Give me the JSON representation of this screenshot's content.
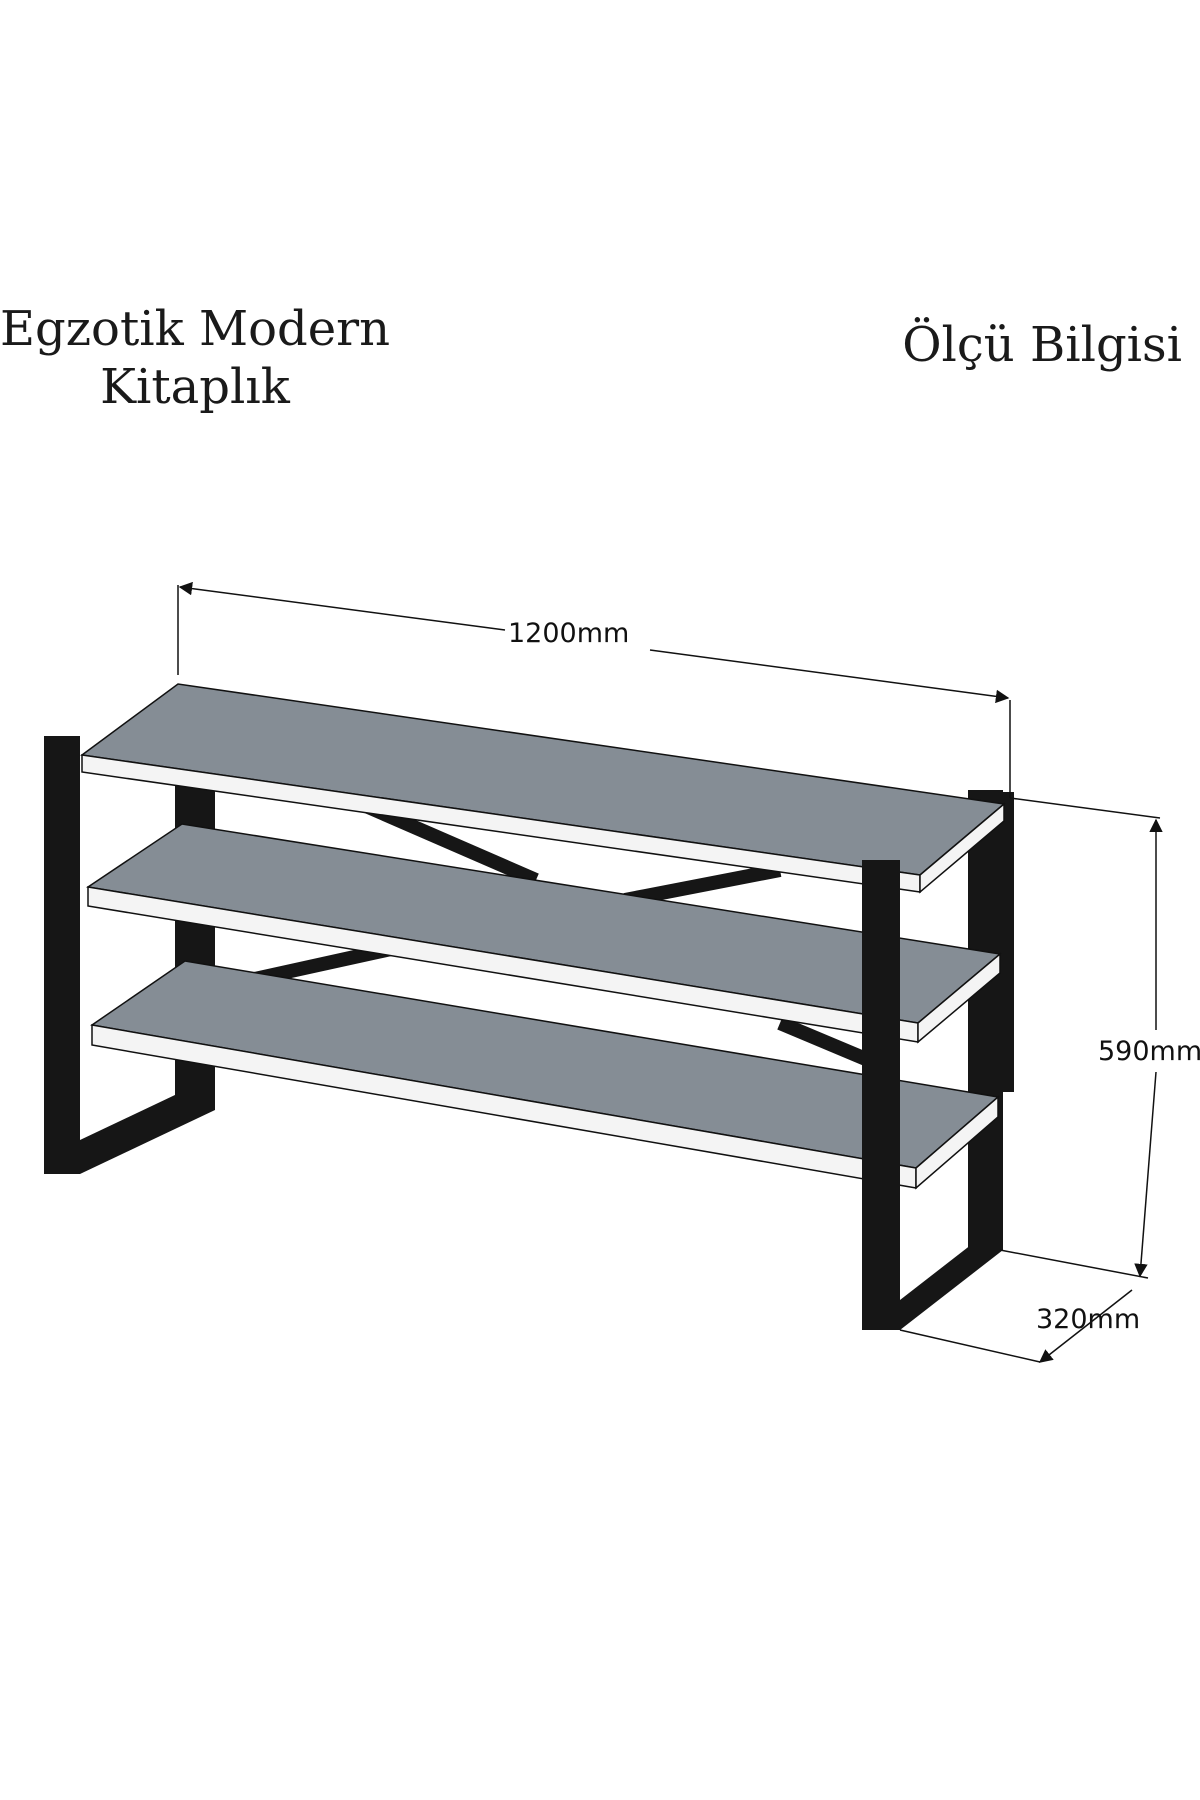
{
  "title": {
    "line1": "Egzotik Modern",
    "line2": "Kitaplık"
  },
  "subtitle": "Ölçü Bilgisi",
  "dimensions": {
    "width": "1200mm",
    "height": "590mm",
    "depth": "320mm"
  },
  "colors": {
    "shelf_top": "#858d95",
    "shelf_edge": "#f4f4f4",
    "frame": "#161616",
    "outline": "#111111"
  }
}
